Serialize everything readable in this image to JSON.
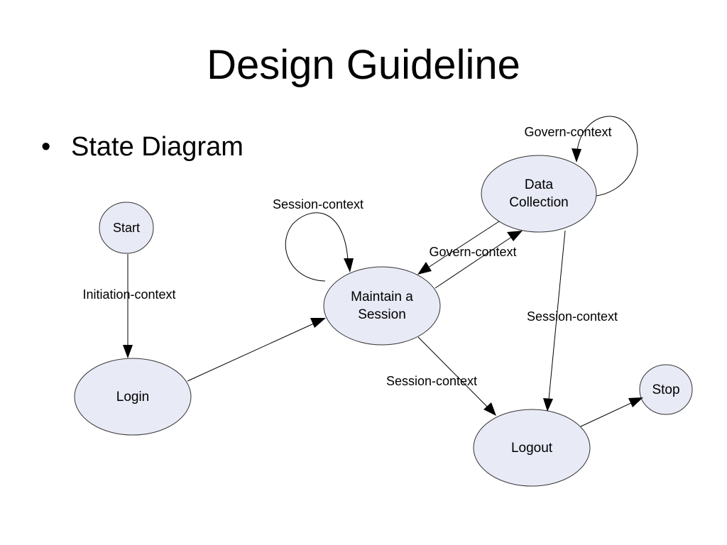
{
  "title": "Design Guideline",
  "bullet": "State Diagram",
  "states": {
    "start": "Start",
    "login": "Login",
    "maintain_line1": "Maintain a",
    "maintain_line2": "Session",
    "data_line1": "Data",
    "data_line2": "Collection",
    "logout": "Logout",
    "stop": "Stop"
  },
  "transitions": {
    "start_login": "Initiation-context",
    "maintain_self": "Session-context",
    "maintain_data": "Govern-context",
    "data_self": "Govern-context",
    "data_logout": "Session-context",
    "maintain_logout": "Session-context"
  }
}
